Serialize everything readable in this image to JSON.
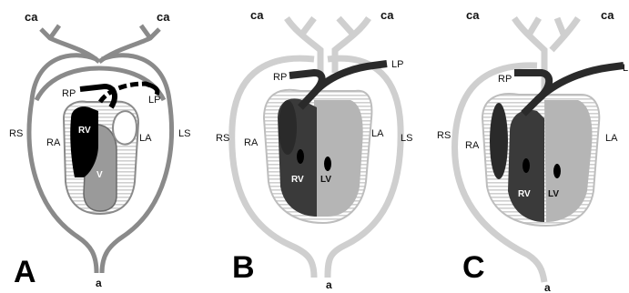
{
  "colors": {
    "vessel_grey": "#8a8a8a",
    "vessel_light": "#c9c9c9",
    "dark": "#2a2a2a",
    "black": "#000000",
    "stripe": "#d4d4d4"
  },
  "panels": [
    {
      "letter": "A",
      "ca_left": "ca",
      "ca_right": "ca",
      "RP": "RP",
      "LP": "LP",
      "RS": "RS",
      "LS": "LS",
      "RA": "RA",
      "LA": "LA",
      "RV": "RV",
      "V": "V",
      "a": "a"
    },
    {
      "letter": "B",
      "ca_left": "ca",
      "ca_right": "ca",
      "RP": "RP",
      "LP": "LP",
      "RS": "RS",
      "LS": "LS",
      "RA": "RA",
      "LA": "LA",
      "RV": "RV",
      "LV": "LV",
      "a": "a"
    },
    {
      "letter": "C",
      "ca_left": "ca",
      "ca_right": "ca",
      "RP": "RP",
      "LP": "L",
      "RS": "RS",
      "RA": "RA",
      "LA": "LA",
      "RV": "RV",
      "LV": "LV",
      "a": "a"
    }
  ]
}
